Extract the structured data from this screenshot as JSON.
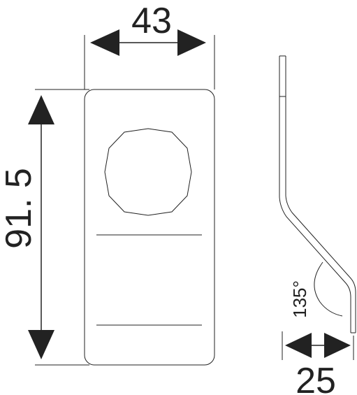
{
  "drawing": {
    "front_view": {
      "width_label": "43",
      "height_label": "91. 5"
    },
    "side_view": {
      "angle_label": "135°",
      "depth_label": "25"
    },
    "colors": {
      "line": "#222222",
      "arrow": "#222222",
      "background": "#ffffff"
    }
  }
}
